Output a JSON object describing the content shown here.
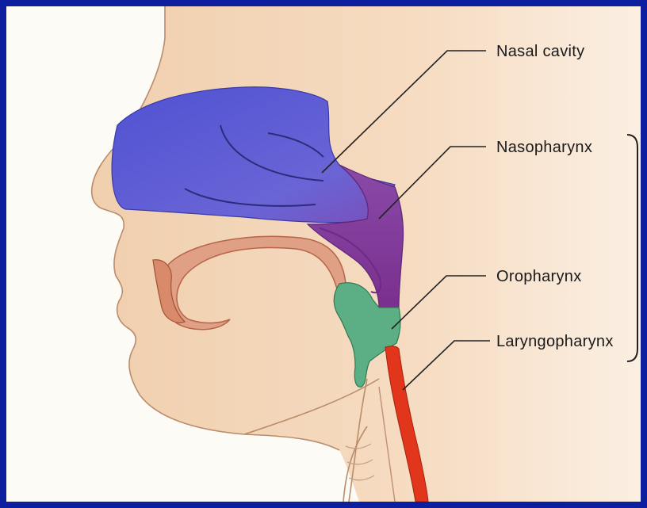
{
  "labels": {
    "nasal_cavity": "Nasal cavity",
    "nasopharynx": "Nasopharynx",
    "oropharynx": "Oropharynx",
    "laryngopharynx": "Laryngopharynx"
  },
  "colors": {
    "border": "#0d1f9e",
    "nasal_cavity": "#5a5ad6",
    "nasopharynx": "#8a3f9e",
    "oropharynx": "#5aaa80",
    "laryngopharynx": "#e0341a",
    "skin": "#f3d5b7",
    "oral_tissue": "#d98a6a"
  }
}
